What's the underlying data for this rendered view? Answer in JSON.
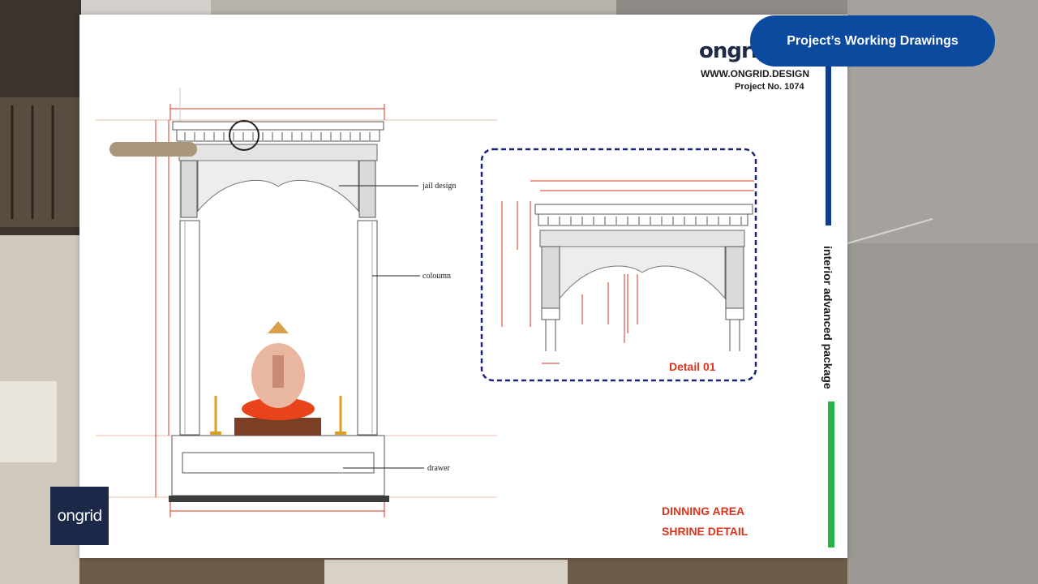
{
  "header_pill": {
    "label": "Project’s Working Drawings"
  },
  "brand": {
    "logo_text": "ongrid",
    "url": "WWW.ONGRID.DESIGN",
    "project_no": "Project No.  1074"
  },
  "side_label": "interior advanced package",
  "area": {
    "title": "DINNING AREA",
    "subtitle": "SHRINE DETAIL"
  },
  "detail_label": "Detail 01",
  "callouts": {
    "jail": "jail design",
    "column": "coloumn",
    "drawer": "drawer"
  },
  "corner_logo_text": "ongrid",
  "colors": {
    "pill": "#0c4aa0",
    "dimension": "#d9341d",
    "detail_border": "#1a237e",
    "bar_blue": "#0f3d91",
    "bar_green": "#25b34a",
    "logo_bg": "#1c2848"
  }
}
